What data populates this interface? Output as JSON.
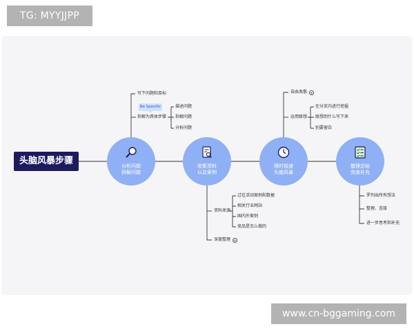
{
  "watermarks": {
    "top": "TG: MYYJJPP",
    "bottom": "www.cn-bggaming.com"
  },
  "root": {
    "label": "头脑风暴步骤"
  },
  "nodes": [
    {
      "line1": "分析问题",
      "line2": "拆解问题",
      "icon": "magnifier-icon"
    },
    {
      "line1": "收集资料",
      "line2": "以及案例",
      "icon": "document-search-icon"
    },
    {
      "line1": "限时极速",
      "line2": "头脑风暴",
      "icon": "clock-icon"
    },
    {
      "line1": "整理总结",
      "line2": "完善补充",
      "icon": "checklist-icon"
    }
  ],
  "branch1": {
    "item1": "写下问题和目标",
    "badge": "Be Specific",
    "item2": "拆解为具体步骤",
    "sub": [
      "描述问题",
      "拆解问题",
      "分析问题"
    ]
  },
  "branch2": {
    "item1": "资料来源",
    "sub": [
      "过往活动案例和数据",
      "相关行业网站",
      "国内外案例",
      "竞品是怎么做的"
    ],
    "item2": "深度整理"
  },
  "branch3": {
    "item1": "自由发散",
    "item2": "运用联想",
    "sub": [
      "在分支内进行挖掘",
      "联想到什么写下来",
      "别要留白"
    ]
  },
  "branch4": {
    "items": [
      "罗列出所有想法",
      "整理、连接",
      "进一步思考和补充"
    ]
  },
  "colors": {
    "root_bg": "#1d1a5e",
    "node_fill": "#8fb0f4",
    "badge_bg": "#cfe0fb",
    "line": "#333333"
  }
}
